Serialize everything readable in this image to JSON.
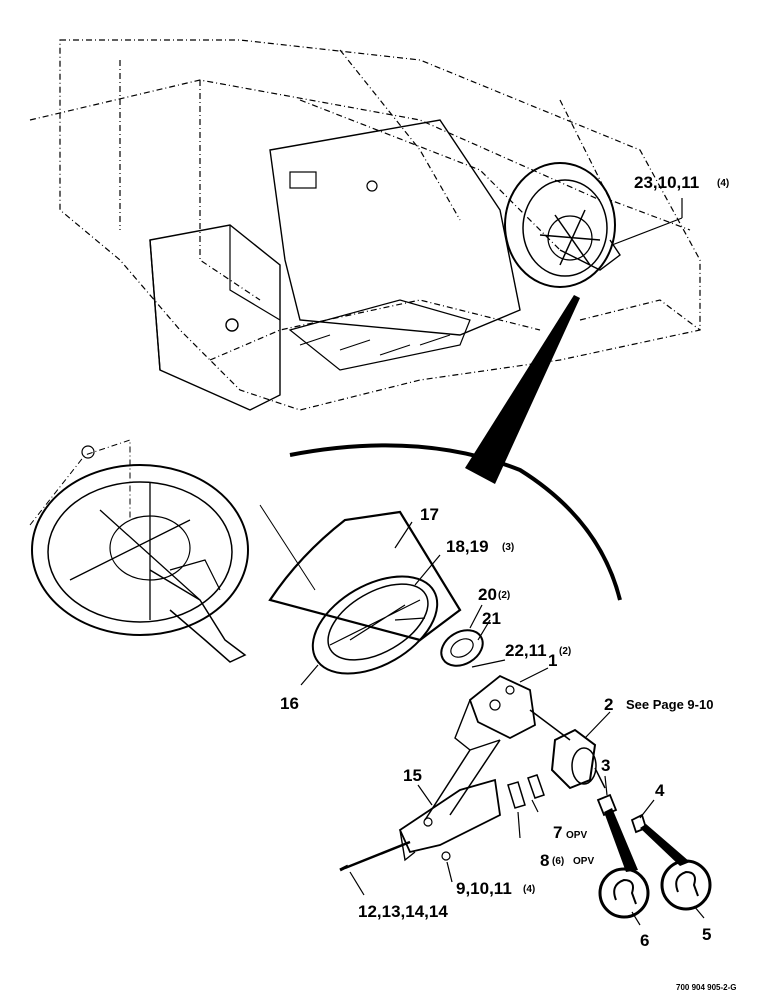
{
  "callouts": {
    "c23": "23,10,11",
    "c23_qty": "(4)",
    "c17": "17",
    "c18": "18,19",
    "c18_qty": "(3)",
    "c20": "20",
    "c20_qty": "(2)",
    "c21": "21",
    "c22": "22,11",
    "c22_qty": "(2)",
    "c1": "1",
    "c2": "2",
    "c2_note": "See Page 9-10",
    "c16": "16",
    "c15": "15",
    "c3": "3",
    "c4": "4",
    "c7": "7",
    "c7_note": "OPV",
    "c8": "8",
    "c8_qty": "(6)",
    "c8_note": "OPV",
    "c9": "9,10,11",
    "c9_qty": "(4)",
    "c12": "12,13,14,14",
    "c6": "6",
    "c5": "5"
  },
  "figure_id": "700 904 905-2-G"
}
